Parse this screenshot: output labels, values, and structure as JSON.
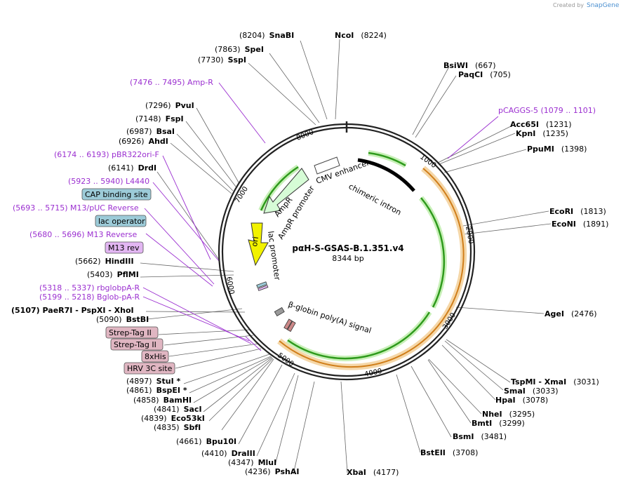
{
  "credit": {
    "text": "Created by",
    "brand": "SnapGene"
  },
  "plasmid": {
    "name": "pαH-S-GSAS-B.1.351.v4",
    "size": "8344 bp"
  },
  "ring_ticks": [
    "1000",
    "2000",
    "3000",
    "4000",
    "5000",
    "6000",
    "7000",
    "8000"
  ],
  "features": {
    "cmv": "CMV enhancer",
    "intron": "chimeric intron",
    "ampr": "AmpR",
    "ampr_promoter": "AmpR promoter",
    "ori": "ori",
    "lac_promoter": "lac promoter",
    "bglobin": "β-globin poly(A) signal"
  },
  "left_labels": [
    {
      "pos": "(8204)",
      "name": "SnaBI"
    },
    {
      "pos": "(7863)",
      "name": "SpeI"
    },
    {
      "pos": "(7730)",
      "name": "SspI"
    },
    {
      "primer": "(7476 .. 7495)  Amp-R"
    },
    {
      "pos": "(7296)",
      "name": "PvuI"
    },
    {
      "pos": "(7148)",
      "name": "FspI"
    },
    {
      "pos": "(6987)",
      "name": "BsaI"
    },
    {
      "pos": "(6926)",
      "name": "AhdI"
    },
    {
      "primer": "(6174 .. 6193)  pBR322ori-F"
    },
    {
      "pos": "(6141)",
      "name": "DrdI"
    },
    {
      "primer": "(5923 .. 5940)  L4440"
    },
    {
      "box": "CAP binding site"
    },
    {
      "primer": "(5693 .. 5715)  M13/pUC Reverse"
    },
    {
      "box": "lac operator"
    },
    {
      "primer": "(5680 .. 5696)  M13 Reverse"
    },
    {
      "box": "M13 rev"
    },
    {
      "pos": "(5662)",
      "name": "HindIII"
    },
    {
      "pos": "(5403)",
      "name": "PflMI"
    },
    {
      "primer": "(5318 .. 5337)  rbglobpA-R"
    },
    {
      "primer": "(5199 .. 5218)  Bglob-pA-R"
    },
    {
      "multi": "(5107)  PaeR7I  - PspXI  - XhoI"
    },
    {
      "pos": "(5090)",
      "name": "BstBI"
    },
    {
      "box": "Strep-Tag II"
    },
    {
      "box": "Strep-Tag II"
    },
    {
      "box": "8xHis"
    },
    {
      "box": "HRV 3C site"
    },
    {
      "pos": "(4897)",
      "name": "StuI  *"
    },
    {
      "pos": "(4861)",
      "name": "BspEI  *"
    },
    {
      "pos": "(4858)",
      "name": "BamHI"
    },
    {
      "pos": "(4841)",
      "name": "SacI"
    },
    {
      "pos": "(4839)",
      "name": "Eco53kI"
    },
    {
      "pos": "(4835)",
      "name": "SbfI"
    },
    {
      "pos": "(4661)",
      "name": "Bpu10I"
    },
    {
      "pos": "(4410)",
      "name": "DraIII"
    },
    {
      "pos": "(4347)",
      "name": "MluI"
    },
    {
      "pos": "(4236)",
      "name": "PshAI"
    }
  ],
  "right_labels": [
    {
      "name": "NcoI",
      "pos": "(8224)"
    },
    {
      "name": "BsiWI",
      "pos": "(667)"
    },
    {
      "name": "PaqCI",
      "pos": "(705)"
    },
    {
      "primer": "pCAGGS-5     (1079 .. 1101)"
    },
    {
      "name": "Acc65I",
      "pos": "(1231)"
    },
    {
      "name": "KpnI",
      "pos": "(1235)"
    },
    {
      "name": "PpuMI",
      "pos": "(1398)"
    },
    {
      "name": "EcoRI",
      "pos": "(1813)"
    },
    {
      "name": "EcoNI",
      "pos": "(1891)"
    },
    {
      "name": "AgeI",
      "pos": "(2476)"
    },
    {
      "name": "TspMI  - XmaI",
      "pos": "(3031)"
    },
    {
      "name": "SmaI",
      "pos": "(3033)"
    },
    {
      "name": "HpaI",
      "pos": "(3078)"
    },
    {
      "name": "NheI",
      "pos": "(3295)"
    },
    {
      "name": "BmtI",
      "pos": "(3299)"
    },
    {
      "name": "BsmI",
      "pos": "(3481)"
    },
    {
      "name": "BstEII",
      "pos": "(3708)"
    },
    {
      "name": "XbaI",
      "pos": "(4177)"
    }
  ],
  "colors": {
    "primer": "#9b2fd0",
    "green": "#2e9a1c",
    "orange": "#e8a040",
    "ori": "#f2f200",
    "box_blue": "#9ccbd8",
    "box_purple": "#e2b6f2",
    "box_pink": "#e0b6c2"
  }
}
